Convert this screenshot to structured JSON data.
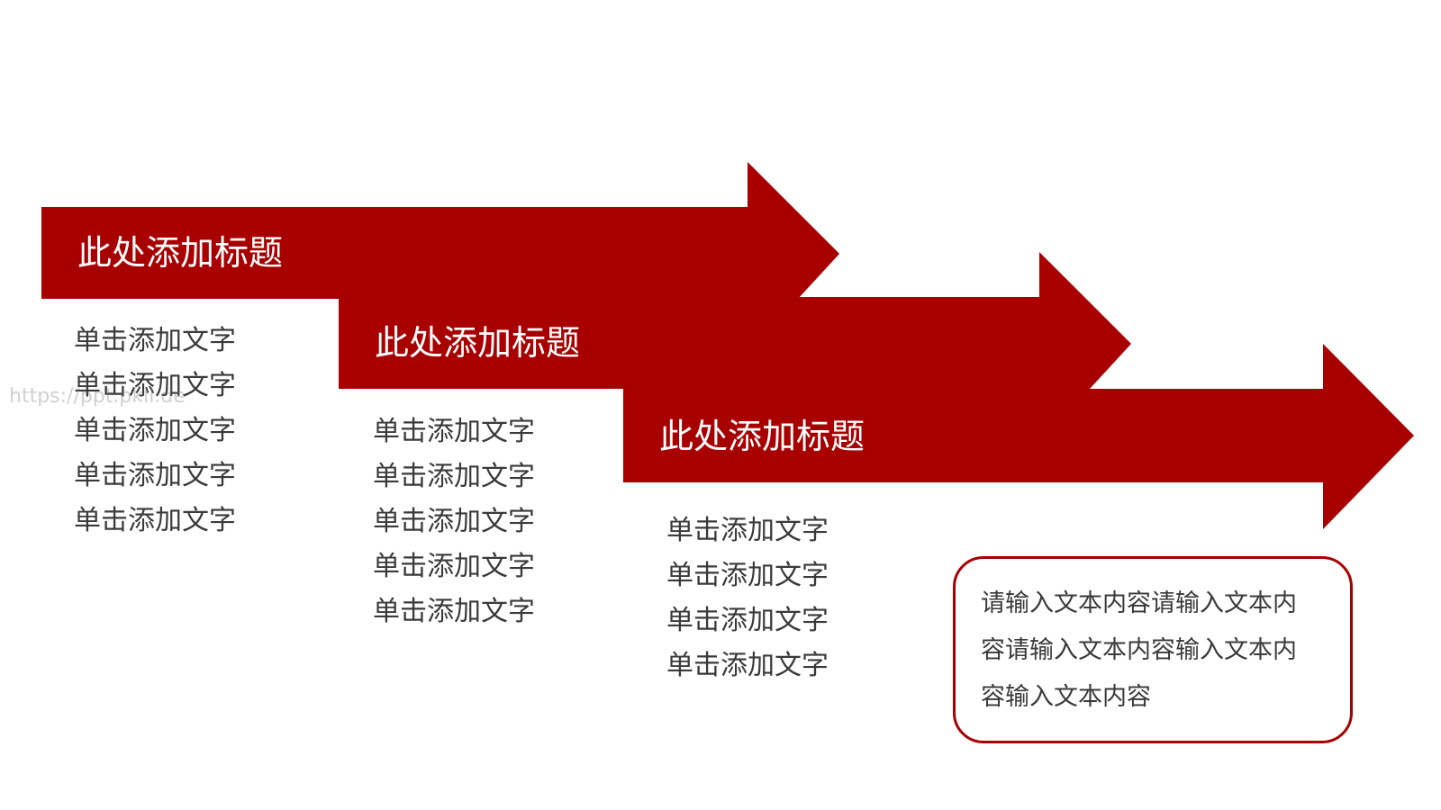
{
  "colors": {
    "arrow_fill": "#a80000",
    "arrow_text": "#ffffff",
    "body_text": "#3a3a3a",
    "callout_border": "#a80000"
  },
  "arrows": [
    {
      "title": "此处添加标题",
      "items": [
        "单击添加文字",
        "单击添加文字",
        "单击添加文字",
        "单击添加文字",
        "单击添加文字"
      ]
    },
    {
      "title": "此处添加标题",
      "items": [
        "单击添加文字",
        "单击添加文字",
        "单击添加文字",
        "单击添加文字",
        "单击添加文字"
      ]
    },
    {
      "title": "此处添加标题",
      "items": [
        "单击添加文字",
        "单击添加文字",
        "单击添加文字",
        "单击添加文字"
      ]
    }
  ],
  "callout": {
    "lines": [
      "请输入文本内容请输入文本内",
      "容请输入文本内容输入文本内",
      "容输入文本内容"
    ]
  },
  "watermark": "https://ppt.pkll.de"
}
